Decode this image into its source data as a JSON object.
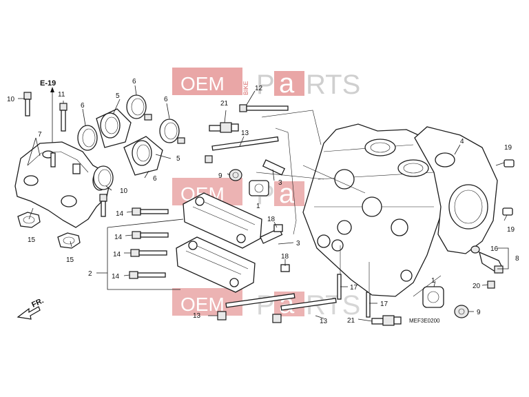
{
  "watermark": {
    "oem": "OEM",
    "bike": "BIKE",
    "p": "P",
    "a": "a",
    "rts": "RTS",
    "red": "#e9a6a6",
    "gray": "#cfcfcf"
  },
  "ref_label": "E-19",
  "front_label": "FR.",
  "diagram_code": "MEF3E0200",
  "callouts": {
    "c1": "1",
    "c1b": "1",
    "c2": "2",
    "c3": "3",
    "c3b": "3",
    "c4": "4",
    "c5": "5",
    "c5b": "5",
    "c6a": "6",
    "c6b": "6",
    "c6c": "6",
    "c6d": "6",
    "c7": "7",
    "c8": "8",
    "c9a": "9",
    "c9b": "9",
    "c10a": "10",
    "c10b": "10",
    "c11": "11",
    "c12": "12",
    "c13a": "13",
    "c13b": "13",
    "c13c": "13",
    "c14a": "14",
    "c14b": "14",
    "c14c": "14",
    "c14d": "14",
    "c15a": "15",
    "c15b": "15",
    "c16": "16",
    "c17a": "17",
    "c17b": "17",
    "c18a": "18",
    "c18b": "18",
    "c19a": "19",
    "c19b": "19",
    "c20": "20",
    "c21a": "21",
    "c21b": "21"
  }
}
